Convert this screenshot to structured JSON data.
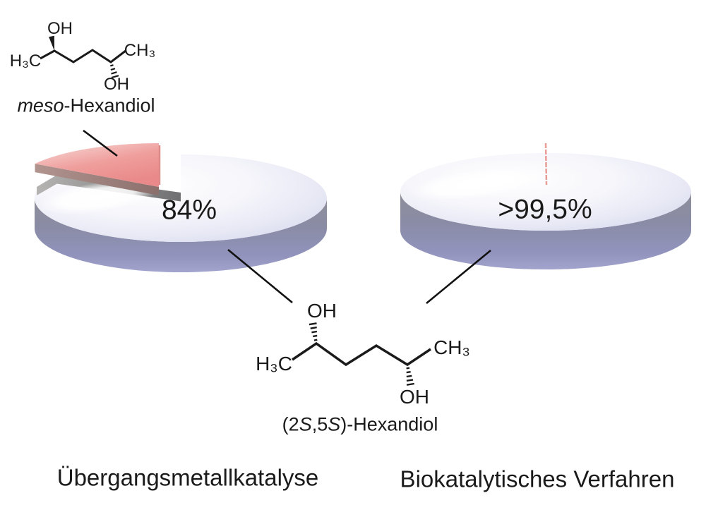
{
  "colors": {
    "text": "#1a1a1a",
    "background": "#ffffff",
    "pie_top": "#e9eaf6",
    "pie_side": "#9193bb",
    "slice_red": "#ec8f8f",
    "cut_wall_gray": "#9a9a9a"
  },
  "molecules": {
    "meso": {
      "name_italic": "meso",
      "name_rest": "-Hexandiol",
      "top_oh": "OH",
      "left_methyl": "H₃C",
      "right_methyl": "CH₃",
      "bottom_oh": "OH"
    },
    "ss": {
      "name_p1": "(2",
      "name_p2": "S",
      "name_p3": ",5",
      "name_p4": "S",
      "name_p5": ")-Hexandiol",
      "top_oh": "OH",
      "left_methyl": "H₃C",
      "right_methyl": "CH₃",
      "bottom_oh": "OH"
    }
  },
  "chart_data": [
    {
      "type": "pie",
      "style": "3d-exploded",
      "title": "Übergangsmetallkatalyse",
      "value_label": "84%",
      "slices": [
        {
          "label": "(2S,5S)-Hexandiol",
          "value": 84,
          "color": "#e9eaf6",
          "exploded": false
        },
        {
          "label": "meso-Hexandiol",
          "value": 16,
          "color": "#ec8f8f",
          "exploded": true
        }
      ],
      "legend": "none"
    },
    {
      "type": "pie",
      "style": "3d",
      "title": "Biokatalytisches Verfahren",
      "value_label": ">99,5%",
      "slices": [
        {
          "label": "(2S,5S)-Hexandiol",
          "value": 99.5,
          "color": "#e9eaf6",
          "exploded": false
        },
        {
          "label": "meso-Hexandiol",
          "value": 0.5,
          "color": "#ec8f8f",
          "exploded": false
        }
      ],
      "legend": "none"
    }
  ]
}
